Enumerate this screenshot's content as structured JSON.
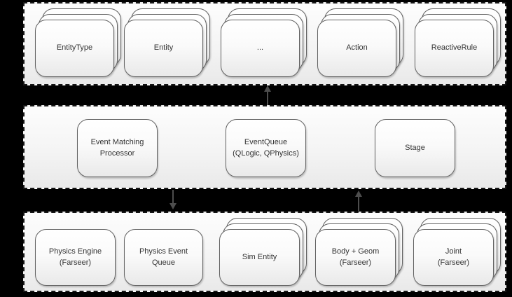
{
  "diagram": {
    "background_color": "#000000",
    "band_border_color": "#161616",
    "box_border_color": "#626262",
    "arrow_color": "#4d4d4d",
    "text_color": "#333333",
    "bands": [
      {
        "name": "top",
        "boxes": [
          {
            "label": "EntityType",
            "stacked": true
          },
          {
            "label": "Entity",
            "stacked": true
          },
          {
            "label": "...",
            "stacked": true
          },
          {
            "label": "Action",
            "stacked": true
          },
          {
            "label": "ReactiveRule",
            "stacked": true
          }
        ]
      },
      {
        "name": "middle",
        "boxes": [
          {
            "label": "Event Matching\nProcessor",
            "stacked": false
          },
          {
            "label": "EventQueue\n(QLogic, QPhysics)",
            "stacked": false
          },
          {
            "label": "Stage",
            "stacked": false
          }
        ]
      },
      {
        "name": "bottom",
        "boxes": [
          {
            "label": "Physics Engine\n(Farseer)",
            "stacked": false
          },
          {
            "label": "Physics Event Queue",
            "stacked": false
          },
          {
            "label": "Sim Entity",
            "stacked": true
          },
          {
            "label": "Body + Geom\n(Farseer)",
            "stacked": true
          },
          {
            "label": "Joint\n(Farseer)",
            "stacked": true
          }
        ]
      }
    ],
    "arrows": [
      {
        "direction": "up",
        "from": "middle-band",
        "to": "top-band"
      },
      {
        "direction": "down",
        "from": "middle-band",
        "to": "bottom-band"
      },
      {
        "direction": "up",
        "from": "bottom-band",
        "to": "middle-band"
      }
    ]
  }
}
